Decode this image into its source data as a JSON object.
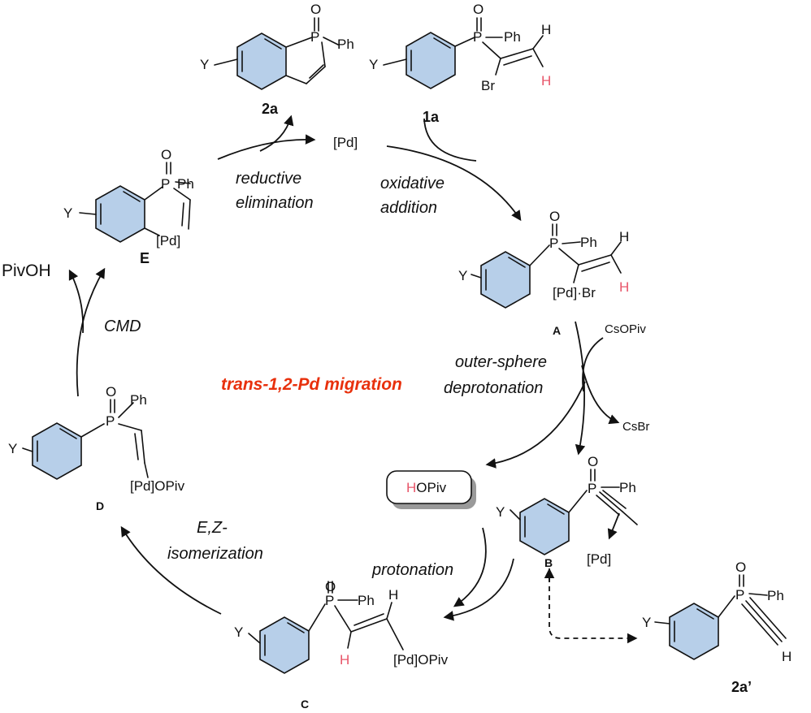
{
  "atoms": {
    "P": "P",
    "O": "O",
    "Ph": "Ph",
    "H": "H",
    "Y": "Y",
    "Br": "Br",
    "Pd": "[Pd]",
    "PdBr": "[Pd]·Br",
    "PdOPiv": "[Pd]OPiv"
  },
  "labels": {
    "p2a": "2a",
    "p1a": "1a",
    "A": "A",
    "B": "B",
    "C": "C",
    "D": "D",
    "E": "E",
    "p2a_prime": "2a’"
  },
  "catalyst": "[Pd]",
  "steps": {
    "reductive_1": "reductive",
    "reductive_2": "elimination",
    "oxidative_1": "oxidative",
    "oxidative_2": "addition",
    "outer_1": "outer-sphere",
    "outer_2": "deprotonation",
    "protonation": "protonation",
    "ez_1": "E,Z-",
    "ez_2": "isomerization",
    "cmd": "CMD"
  },
  "reagents": {
    "csopiv": "CsOPiv",
    "csbr": "CsBr",
    "pivoh": "PivOH",
    "hopiv_h": "H",
    "hopiv_rest": "OPiv"
  },
  "highlight": "trans-1,2-Pd migration",
  "colors": {
    "ring_fill": "#b7cfe9",
    "highlight_red": "#e8300c",
    "proton_pink": "#e8566a"
  }
}
